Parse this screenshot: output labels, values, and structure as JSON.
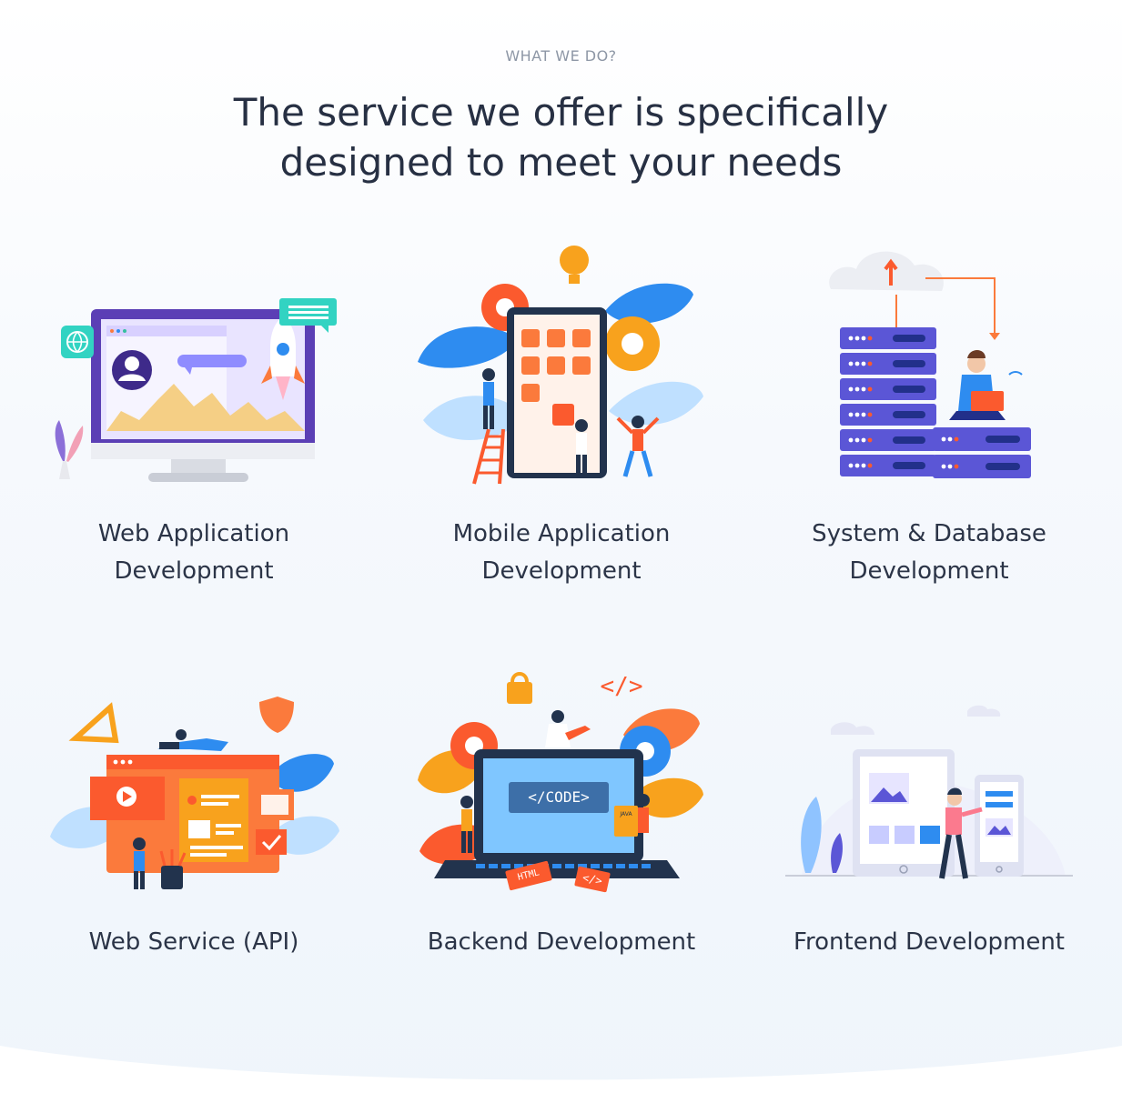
{
  "section": {
    "eyebrow": "WHAT WE DO?",
    "headline_line1": "The service we offer is specifically",
    "headline_line2": "designed to meet your needs"
  },
  "services": [
    {
      "title_line1": "Web Application",
      "title_line2": "Development",
      "illustration": "monitor-rocket-illustration"
    },
    {
      "title_line1": "Mobile Application",
      "title_line2": "Development",
      "illustration": "phone-gears-illustration"
    },
    {
      "title_line1": "System & Database",
      "title_line2": "Development",
      "illustration": "server-cloud-illustration"
    },
    {
      "title_line1": "Web Service (API)",
      "title_line2": "",
      "illustration": "api-browser-illustration"
    },
    {
      "title_line1": "Backend Development",
      "title_line2": "",
      "illustration": "laptop-code-illustration",
      "badge_code": "</CODE>",
      "badge_html": "HTML",
      "badge_tag": "</>",
      "badge_java": "JAVA",
      "badge_tag_float": "</>"
    },
    {
      "title_line1": "Frontend Development",
      "title_line2": "",
      "illustration": "responsive-devices-illustration"
    }
  ],
  "colors": {
    "headline": "#273043",
    "eyebrow": "#8e97a6",
    "accent_orange": "#fb7a3c",
    "accent_blue": "#2e8cf0",
    "accent_purple": "#5a3fb0"
  }
}
